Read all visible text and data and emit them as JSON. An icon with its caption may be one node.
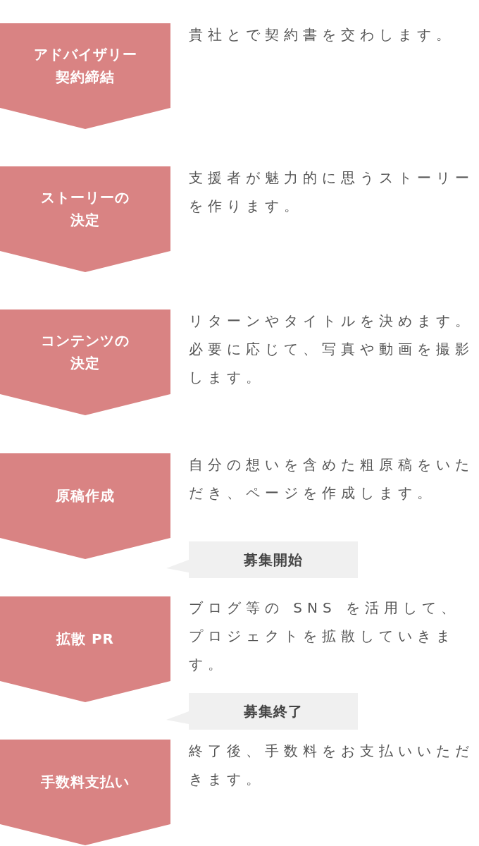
{
  "diagram": {
    "nodes": [
      {
        "text": [
          "アドバイザリー契約締結"
        ],
        "beside": [
          "貴社とで契約書を交わします。"
        ]
      },
      {
        "text": [
          "ストーリーの決定"
        ],
        "beside": [
          "支援者が魅力的に思うストーリーを作ります。"
        ]
      },
      {
        "text": [
          "コンテンツの決定"
        ],
        "beside": [
          "リターンやタイトルを決めます。必要に応じて、写真や動画を撮影します。"
        ]
      },
      {
        "text": [
          "原稿作成"
        ],
        "beside": [
          "自分の想いを含めた粗原稿をいただき、ページを作成します。"
        ]
      },
      {
        "text": [
          "募集開始"
        ]
      },
      {
        "text": [
          "拡散 PR"
        ],
        "beside": [
          "ブログ等の SNS を活用して、プロジェクトを拡散していきます。"
        ]
      },
      {
        "text": [
          "募集終了"
        ]
      },
      {
        "text": [
          "手数料支払い"
        ],
        "beside": [
          "終了後、手数料をお支払いいただきます。"
        ]
      }
    ]
  }
}
